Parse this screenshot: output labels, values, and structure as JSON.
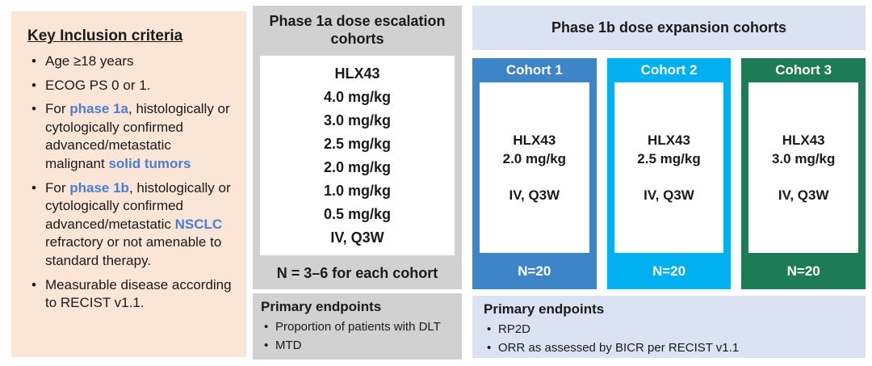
{
  "colors": {
    "left_panel_bg": "#fbe5d6",
    "gray_panel_bg": "#d1d1d1",
    "lavender_panel_bg": "#dbe3f3",
    "emphasis_blue_text": "#4a7ed6",
    "cohort1": "#3d85c6",
    "cohort2": "#00b0f0",
    "cohort3": "#1e7b57"
  },
  "inclusion": {
    "title": "Key Inclusion criteria",
    "bullets": [
      {
        "segs": [
          {
            "t": "Age ≥18 years"
          }
        ]
      },
      {
        "segs": [
          {
            "t": "ECOG PS 0 or 1."
          }
        ]
      },
      {
        "segs": [
          {
            "t": "For "
          },
          {
            "t": "phase 1a"
          },
          {
            "t": ", histologically or cytologically confirmed advanced/metastatic malignant "
          },
          {
            "t": "solid tumors"
          }
        ]
      },
      {
        "segs": [
          {
            "t": "For "
          },
          {
            "t": "phase 1b"
          },
          {
            "t": ", histologically or cytologically confirmed advanced/metastatic "
          },
          {
            "t": "NSCLC"
          },
          {
            "t": " refractory or not amenable to standard therapy."
          }
        ]
      },
      {
        "segs": [
          {
            "t": "Measurable disease according to RECIST v1.1."
          }
        ]
      }
    ]
  },
  "phase1a": {
    "title": "Phase 1a dose escalation cohorts",
    "doses": [
      "HLX43",
      "4.0 mg/kg",
      "3.0 mg/kg",
      "2.5 mg/kg",
      "2.0 mg/kg",
      "1.0 mg/kg",
      "0.5 mg/kg",
      "IV, Q3W"
    ],
    "n_label": "N = 3–6 for each cohort",
    "endpoints": {
      "title": "Primary endpoints",
      "bullets": [
        "Proportion of patients with DLT",
        "MTD"
      ]
    }
  },
  "phase1b": {
    "title": "Phase 1b dose expansion cohorts",
    "cohorts": [
      {
        "label": "Cohort 1",
        "drug": "HLX43",
        "dose": "2.0 mg/kg",
        "schedule": "IV, Q3W",
        "n": "N=20",
        "color": "#3d85c6"
      },
      {
        "label": "Cohort 2",
        "drug": "HLX43",
        "dose": "2.5 mg/kg",
        "schedule": "IV, Q3W",
        "n": "N=20",
        "color": "#00b0f0"
      },
      {
        "label": "Cohort 3",
        "drug": "HLX43",
        "dose": "3.0 mg/kg",
        "schedule": "IV, Q3W",
        "n": "N=20",
        "color": "#1e7b57"
      }
    ],
    "endpoints": {
      "title": "Primary endpoints",
      "bullets": [
        "RP2D",
        "ORR as assessed by BICR per RECIST v1.1"
      ]
    }
  }
}
